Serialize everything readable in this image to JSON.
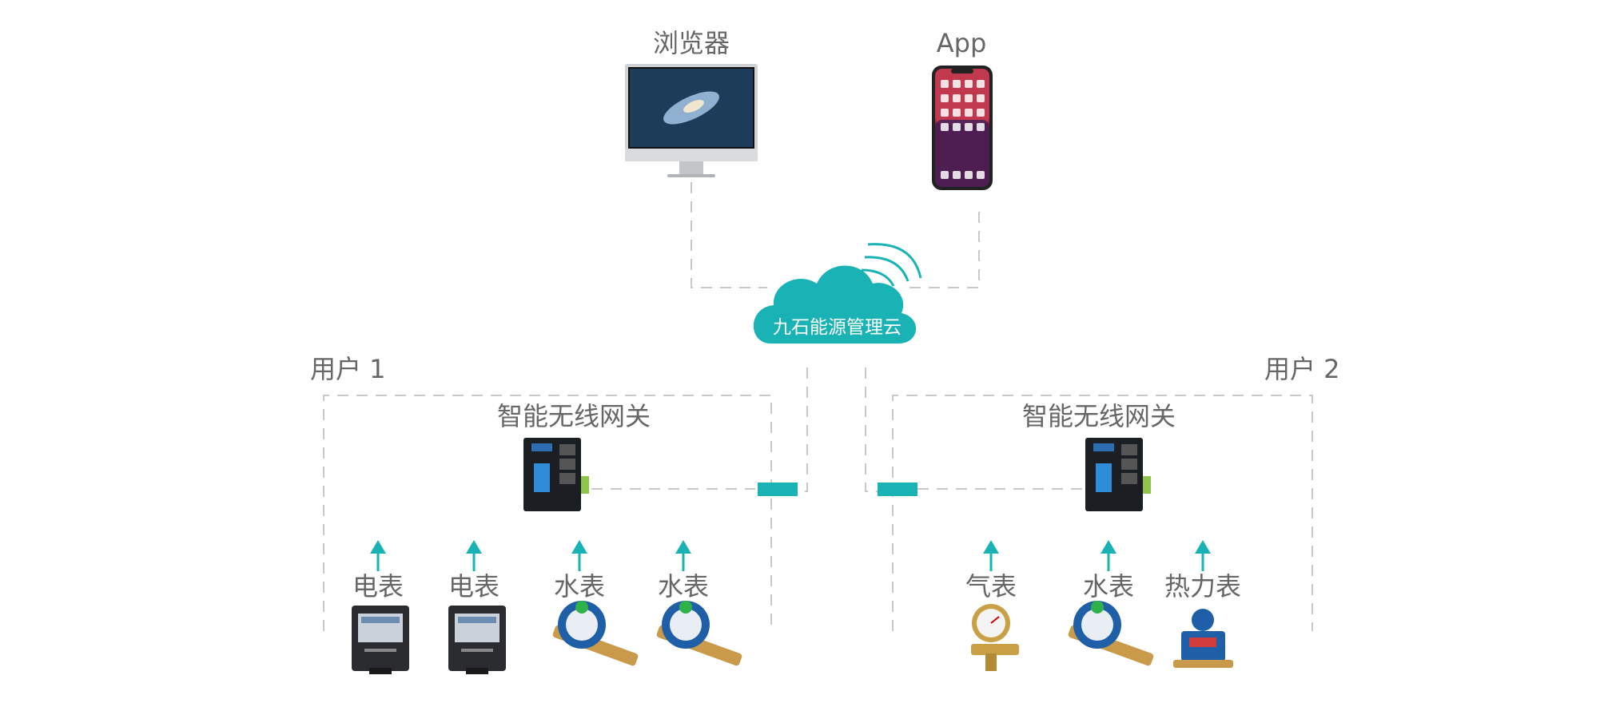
{
  "top": {
    "browser_label": "浏览器",
    "app_label": "App"
  },
  "cloud": {
    "label": "九石能源管理云"
  },
  "user1": {
    "label": "用户 1",
    "gateway_label": "智能无线网关",
    "meters": [
      {
        "label": "电表",
        "icon": "electric-meter-icon"
      },
      {
        "label": "电表",
        "icon": "electric-meter-icon"
      },
      {
        "label": "水表",
        "icon": "water-meter-icon"
      },
      {
        "label": "水表",
        "icon": "water-meter-icon"
      }
    ]
  },
  "user2": {
    "label": "用户 2",
    "gateway_label": "智能无线网关",
    "meters": [
      {
        "label": "气表",
        "icon": "gas-meter-icon"
      },
      {
        "label": "水表",
        "icon": "water-meter-icon"
      },
      {
        "label": "热力表",
        "icon": "heat-meter-icon"
      }
    ]
  },
  "colors": {
    "accent": "#1ab3b5",
    "dash": "#c8c8c8",
    "text": "#666666"
  }
}
